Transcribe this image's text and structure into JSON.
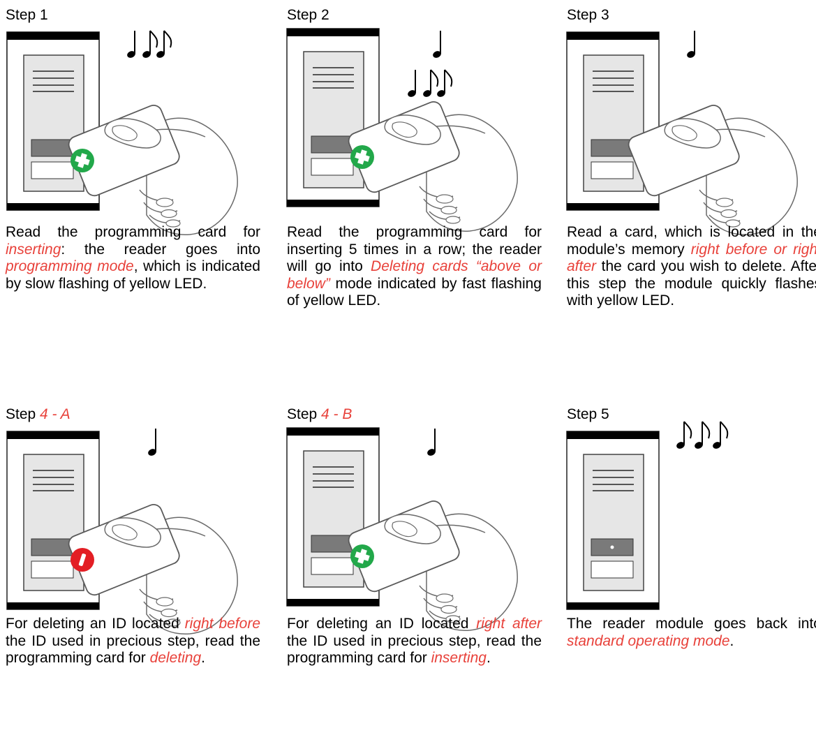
{
  "steps": [
    {
      "label": "Step 1",
      "label_em": "",
      "card_badge": "plus",
      "module_state": "card",
      "notes": "quarter-eighth-eighth",
      "text": [
        {
          "t": "Read the programming card for ",
          "em": false
        },
        {
          "t": "inserting",
          "em": true
        },
        {
          "t": ": the reader goes into ",
          "em": false
        },
        {
          "t": "programming mode",
          "em": true
        },
        {
          "t": ", which is indicated by slow flashing of yellow LED.",
          "em": false
        }
      ]
    },
    {
      "label": "Step 2",
      "label_em": "",
      "card_badge": "plus",
      "module_state": "card",
      "notes": "quarter + quarter-eighth-eighth",
      "text": [
        {
          "t": "Read the programming card for inserting 5 times in a row; the reader will go into ",
          "em": false
        },
        {
          "t": "Deleting cards “above or below”",
          "em": true
        },
        {
          "t": " mode indicated by fast flashing of yellow LED.",
          "em": false
        }
      ]
    },
    {
      "label": "Step 3",
      "label_em": "",
      "card_badge": "none",
      "module_state": "card",
      "notes": "quarter",
      "text": [
        {
          "t": "Read a card, which is located in the module’s memory ",
          "em": false
        },
        {
          "t": "right before or right after",
          "em": true
        },
        {
          "t": " the card you wish to delete. After this step the module quickly flashes with yellow LED.",
          "em": false
        }
      ]
    },
    {
      "label": "Step ",
      "label_em": "4 - A",
      "card_badge": "minus",
      "module_state": "card",
      "notes": "quarter",
      "text": [
        {
          "t": "For deleting an ID located ",
          "em": false
        },
        {
          "t": "right before",
          "em": true
        },
        {
          "t": " the ID used in precious step, read the programming card for ",
          "em": false
        },
        {
          "t": "deleting",
          "em": true
        },
        {
          "t": ".",
          "em": false
        }
      ]
    },
    {
      "label": "Step ",
      "label_em": "4 - B",
      "card_badge": "plus",
      "module_state": "card",
      "notes": "quarter",
      "text": [
        {
          "t": "For deleting an ID located ",
          "em": false
        },
        {
          "t": "right after",
          "em": true
        },
        {
          "t": " the ID used in precious step, read the programming card for ",
          "em": false
        },
        {
          "t": "inserting",
          "em": true
        },
        {
          "t": ".",
          "em": false
        }
      ]
    },
    {
      "label": "Step 5",
      "label_em": "",
      "card_badge": "none",
      "module_state": "idle",
      "notes": "eighth-eighth-eighth",
      "text": [
        {
          "t": "The reader module goes back into ",
          "em": false
        },
        {
          "t": "standard operating mode",
          "em": true
        },
        {
          "t": ".",
          "em": false
        }
      ]
    }
  ],
  "colors": {
    "accent_text": "#e8413a",
    "insert_badge": "#22a84a",
    "delete_badge": "#e31e24",
    "module_face": "#e6e6e6",
    "led_window": "#7a7a7a"
  }
}
